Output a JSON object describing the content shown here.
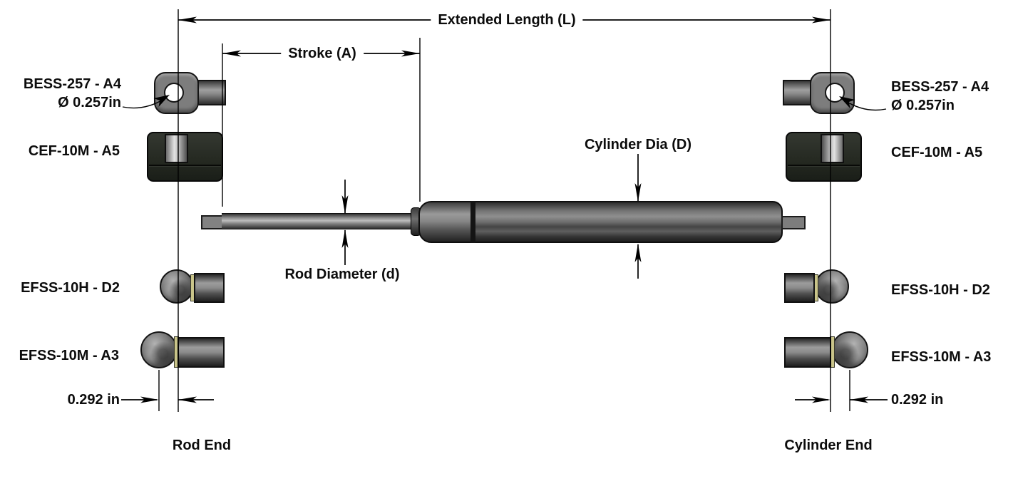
{
  "dimensions": {
    "extended_length": "Extended Length (L)",
    "stroke": "Stroke (A)",
    "cylinder_dia": "Cylinder Dia (D)",
    "rod_diameter": "Rod Diameter (d)"
  },
  "rod_end": {
    "bess": "BESS-257 - A4",
    "bess_dia": "Ø 0.257in",
    "cef": "CEF-10M - A5",
    "efss_h": "EFSS-10H - D2",
    "efss_m": "EFSS-10M - A3",
    "offset": "0.292 in",
    "end_label": "Rod End"
  },
  "cylinder_end": {
    "bess": "BESS-257 - A4",
    "bess_dia": "Ø 0.257in",
    "cef": "CEF-10M - A5",
    "efss_h": "EFSS-10H - D2",
    "efss_m": "EFSS-10M - A3",
    "offset": "0.292 in",
    "end_label": "Cylinder End"
  },
  "colors": {
    "line": "#000000",
    "background": "#ffffff",
    "fitting_gray": "#7d7d7d",
    "clevis_black": "#262a22",
    "brass_washer": "#c9c489",
    "metal_light": "#bdbdbd",
    "metal_dark": "#1f1f1f"
  }
}
